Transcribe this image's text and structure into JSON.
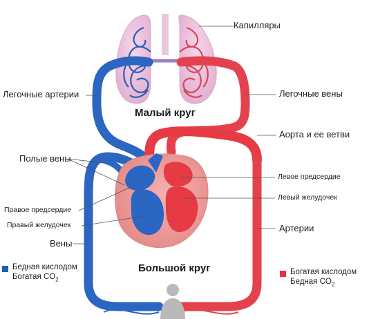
{
  "labels": {
    "capillaries": "Капилляры",
    "pulmonary_arteries": "Легочные артерии",
    "pulmonary_veins": "Легочные вены",
    "small_circle": "Малый круг",
    "aorta": "Аорта и ее ветви",
    "vena_cava": "Полые вены",
    "left_atrium": "Левое предсердие",
    "left_ventricle": "Левый желудочек",
    "right_atrium": "Правое предсердие",
    "right_ventricle": "Правый желудочек",
    "arteries": "Артерии",
    "veins": "Вены",
    "big_circle": "Большой круг"
  },
  "legend": {
    "blue": {
      "color": "#1f5fb8",
      "line1": "Бедная кислодом",
      "line2_prefix": "Богатая CO",
      "line2_sub": "2"
    },
    "red": {
      "color": "#e2343f",
      "line1": "Богатая кислодом",
      "line2_prefix": "Бедная CO",
      "line2_sub": "2"
    }
  }
}
